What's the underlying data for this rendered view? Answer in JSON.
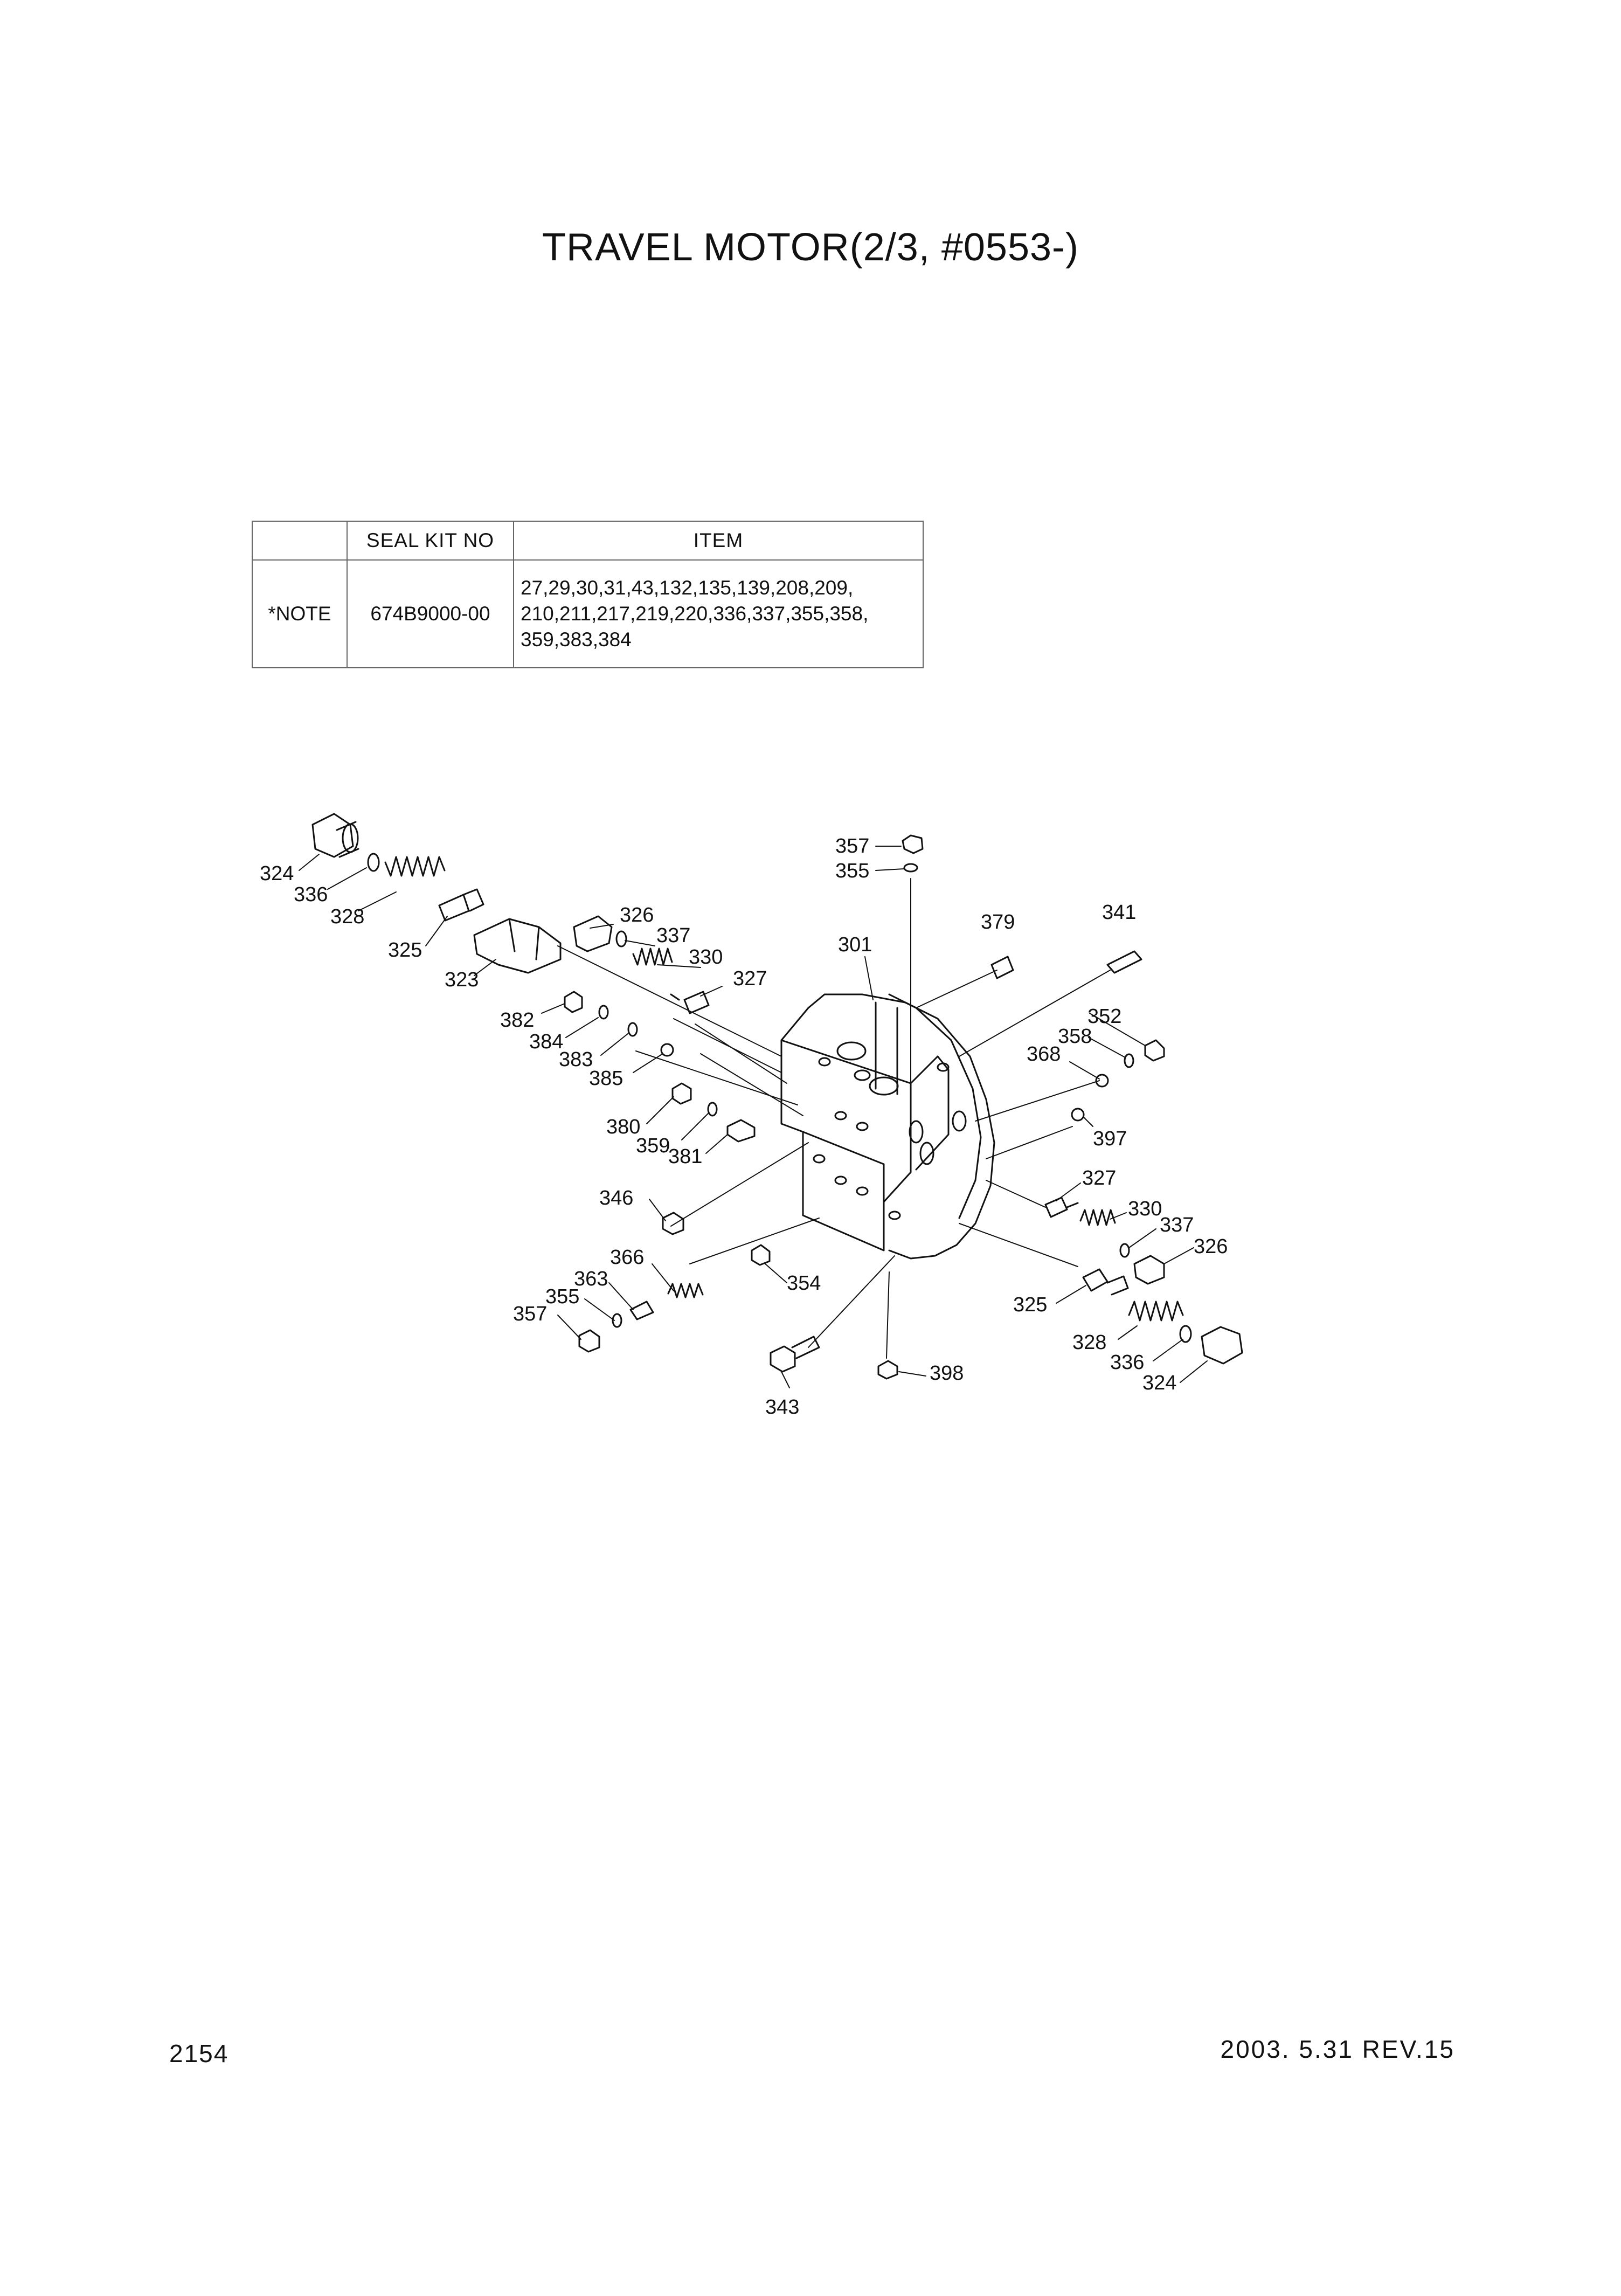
{
  "title": "TRAVEL MOTOR(2/3, #0553-)",
  "seal_table": {
    "headers": [
      "",
      "SEAL KIT NO",
      "ITEM"
    ],
    "note_label": "*NOTE",
    "kit_no": "674B9000-00",
    "item_lines": [
      "27,29,30,31,43,132,135,139,208,209,",
      "210,211,217,219,220,336,337,355,358,",
      "359,383,384"
    ]
  },
  "callouts": [
    "324",
    "336",
    "328",
    "325",
    "323",
    "326",
    "337",
    "330",
    "327",
    "382",
    "384",
    "383",
    "385",
    "380",
    "359",
    "381",
    "346",
    "366",
    "363",
    "355",
    "357",
    "354",
    "343",
    "357",
    "355",
    "301",
    "379",
    "341",
    "352",
    "358",
    "368",
    "397",
    "327",
    "330",
    "337",
    "326",
    "325",
    "328",
    "336",
    "324",
    "398"
  ],
  "footer": {
    "page_number": "2154",
    "revision": "2003. 5.31  REV.15"
  }
}
